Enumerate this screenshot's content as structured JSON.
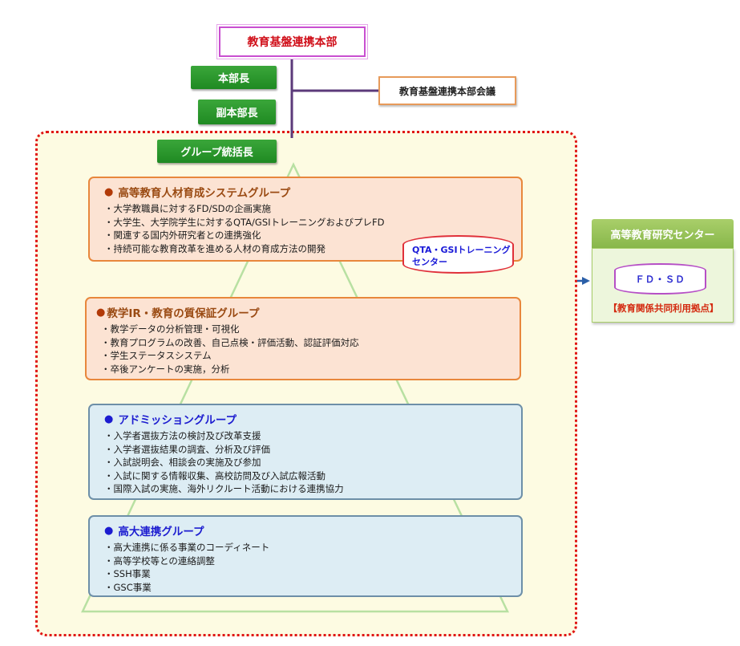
{
  "headquarters": "教育基盤連携本部",
  "director": "本部長",
  "vice_director": "副本部長",
  "council": "教育基盤連携本部会議",
  "group_leader": "グループ統括長",
  "groups": [
    {
      "title": "高等教育人材育成システムグループ",
      "bullet": "●",
      "items": [
        "大学教職員に対するFD/SDの企画実施",
        "大学生、大学院学生に対するQTA/GSIトレーニングおよびプレFD",
        "関連する国内外研究者との連携強化",
        "持続可能な教育改革を進める人材の育成方法の開発"
      ]
    },
    {
      "title": "教学IR・教育の質保証グループ",
      "bullet": "●",
      "items": [
        "教学データの分析管理・可視化",
        "教育プログラムの改善、自己点検・評価活動、認証評価対応",
        "学生ステータスシステム",
        "卒後アンケートの実施，分析"
      ]
    },
    {
      "title": "アドミッショングループ",
      "bullet": "●",
      "items": [
        "入学者選抜方法の検討及び改革支援",
        "入学者選抜結果の調査、分析及び評価",
        "入試説明会、相談会の実施及び参加",
        "入試に関する情報収集、高校訪問及び入試広報活動",
        "国際入試の実施、海外リクルート活動における連携協力"
      ]
    },
    {
      "title": "高大連携グループ",
      "bullet": "●",
      "items": [
        "高大連携に係る事業のコーディネート",
        "高等学校等との連絡調整",
        "SSH事業",
        "GSC事業"
      ]
    }
  ],
  "qta_center": {
    "line1": "QTA・GSIトレーニング",
    "line2": "センター"
  },
  "research_center": {
    "title": "高等教育研究センター",
    "fdsd": "ＦＤ・ＳＤ",
    "hub_label": "【教育関係共同利用拠点】"
  },
  "colors": {
    "accent_red": "#d0101a",
    "green": "#2a9a2a",
    "orange_border": "#e8873c",
    "blue_title": "#1c1cd0",
    "connector": "#5b3a7a",
    "bracket": "#2b5fa8"
  }
}
